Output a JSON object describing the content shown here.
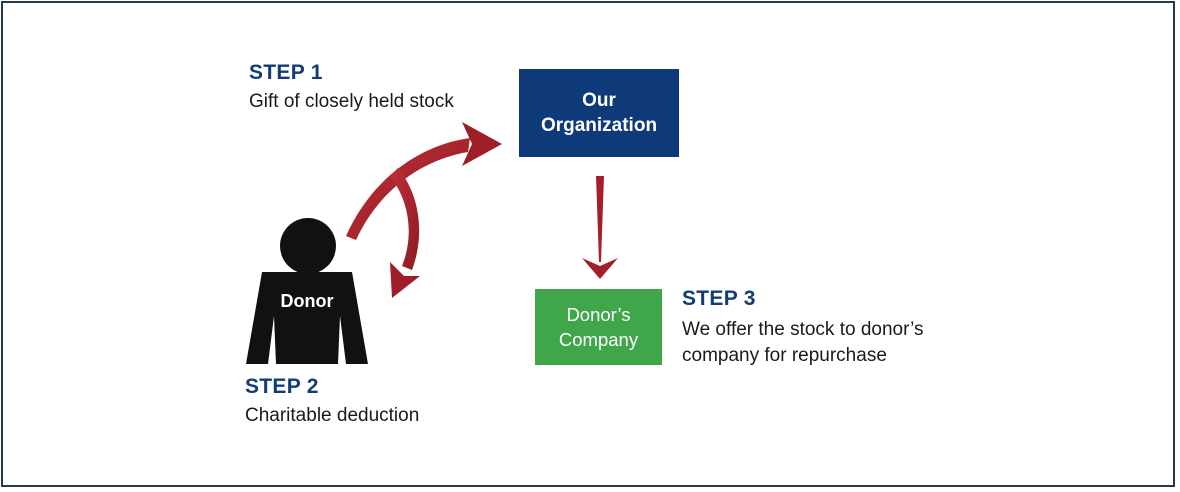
{
  "steps": {
    "step1": {
      "title": "STEP 1",
      "text": "Gift of closely held stock"
    },
    "step2": {
      "title": "STEP 2",
      "text": "Charitable deduction"
    },
    "step3": {
      "title": "STEP 3",
      "text_line1": "We offer the stock to donor’s",
      "text_line2": "company for repurchase"
    }
  },
  "nodes": {
    "organization": {
      "line1": "Our",
      "line2": "Organization",
      "color": "#0f3a7a"
    },
    "company": {
      "line1": "Donor’s",
      "line2": "Company",
      "color": "#3fa64a"
    },
    "donor": {
      "label": "Donor",
      "icon": "person-silhouette-icon"
    }
  },
  "colors": {
    "arrow": "#a3202a",
    "heading": "#123d74",
    "border": "#243a4f"
  }
}
